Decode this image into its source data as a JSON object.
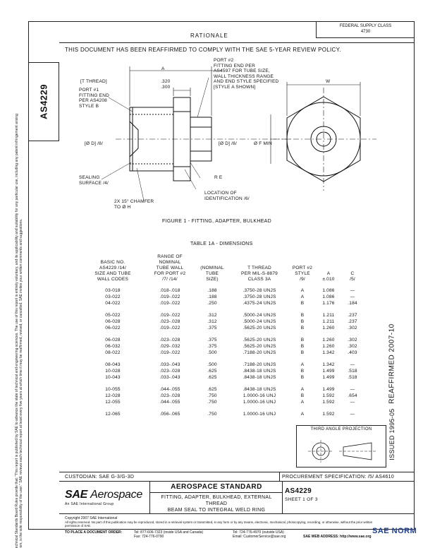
{
  "header": {
    "federal_supply_class": "FEDERAL SUPPLY CLASS\n4730",
    "doc_number_vertical": "AS4229"
  },
  "disclaimer": "SAE Technical Standards Board Rules provide that: \"This report is published by SAE to advance the state of technical and engineering sciences. The use of this report is entirely voluntary, and its applicability and suitability for any particular use, including any patent infringement arising therefrom, is the sole responsibility of the user.\" SAE reviews each technical report at least every five years at which time it may be reaffirmed, revised, or cancelled. SAE invites your written comments and suggestions.",
  "rationale": {
    "title": "RATIONALE",
    "text": "THIS DOCUMENT HAS BEEN REAFFIRMED TO COMPLY WITH THE SAE 5-YEAR REVIEW POLICY."
  },
  "figure": {
    "labels": {
      "t_thread": "[T THREAD]",
      "a_dim": "A",
      "dim_320": ".320",
      "dim_300": ".300",
      "port1": "PORT #1\nFITTING END\nPER AS4208\nSTYLE B",
      "port2": "PORT #2\nFITTING END PER\nAS4597 FOR TUBE SIZE,\nWALL THICKNESS RANGE\nAND END STYLE SPECIFIED\n[STYLE A SHOWN]",
      "od_left": "[Ø D] /8/",
      "od_right": "[Ø D] /8/",
      "f_min": "Ø F MIN",
      "w_dim": "W",
      "sealing": "SEALING\nSURFACE /4/",
      "re": "R E",
      "chamfer": "2X 15° CHAMFER\nTO Ø H",
      "location": "LOCATION OF\nIDENTIFICATION /6/"
    },
    "caption": "FIGURE 1 - FITTING, ADAPTER, BULKHEAD"
  },
  "table": {
    "title": "TABLE 1A - DIMENSIONS",
    "headers": [
      "BASIC NO.\nAS4229 /14/\nSIZE AND TUBE\nWALL CODES",
      "RANGE OF\nNOMINAL\nTUBE WALL\nFOR PORT #2\n/7/ /14/",
      "(NOMINAL\nTUBE\nSIZE)",
      "T THREAD\nPER MIL-S-8879\nCLASS 3A",
      "PORT #2\nSTYLE\n/9/",
      "A\n±.010",
      "C\n/5/"
    ],
    "rows": [
      [
        "03-018",
        ".018-.018",
        ".188",
        ".3750-28 UNJS",
        "A",
        "1.086",
        "—"
      ],
      [
        "03-022",
        ".019-.022",
        ".188",
        ".3750-28 UNJS",
        "A",
        "1.086",
        "—"
      ],
      [
        "04-022",
        ".019-.022",
        ".250",
        ".4375-24 UNJS",
        "B",
        "1.176",
        ".184"
      ],
      [
        "05-022",
        ".019-.022",
        ".312",
        ".5000-24 UNJS",
        "B",
        "1.211",
        ".237"
      ],
      [
        "06-028",
        ".023-.028",
        ".312",
        ".5000-24 UNJS",
        "B",
        "1.211",
        ".237"
      ],
      [
        "06-022",
        ".019-.022",
        ".375",
        ".5625-20 UNJS",
        "B",
        "1.260",
        ".302"
      ],
      [
        "06-028",
        ".023-.028",
        ".375",
        ".5625-20 UNJS",
        "B",
        "1.260",
        ".302"
      ],
      [
        "06-032",
        ".029-.032",
        ".375",
        ".5625-20 UNJS",
        "B",
        "1.260",
        ".302"
      ],
      [
        "08-022",
        ".019-.022",
        ".500",
        ".7188-20 UNJS",
        "B",
        "1.342",
        ".403"
      ],
      [
        "08-043",
        ".033-.043",
        ".500",
        ".7188-20 UNJS",
        "A",
        "1.342",
        "—"
      ],
      [
        "10-028",
        ".023-.028",
        ".625",
        ".8438-18 UNJS",
        "B",
        "1.499",
        ".518"
      ],
      [
        "10-043",
        ".033-.043",
        ".625",
        ".8438-18 UNJS",
        "B",
        "1.499",
        ".518"
      ],
      [
        "10-055",
        ".044-.055",
        ".625",
        ".8438-18 UNJS",
        "A",
        "1.499",
        "—"
      ],
      [
        "12-028",
        ".023-.028",
        ".750",
        "1.0000-16 UNJ",
        "B",
        "1.592",
        ".654"
      ],
      [
        "12-055",
        ".044-.055",
        ".750",
        "1.0000-16 UNJ",
        "A",
        "1.592",
        "—"
      ],
      [
        "12-065",
        ".056-.065",
        ".750",
        "1.0000-16 UNJ",
        "A",
        "1.592",
        "—"
      ]
    ]
  },
  "side_stamps": {
    "reaffirmed": "REAFFIRMED 2007-10",
    "issued": "ISSUED 1995-05"
  },
  "third_angle": "THIRD ANGLE PROJECTION",
  "title_block": {
    "custodian": "CUSTODIAN: SAE G-3/G-3D",
    "procurement": "PROCUREMENT SPECIFICATION: /5/ AS4610",
    "logo_sae": "SAE",
    "logo_aerospace": "Aerospace",
    "logo_sub": "An SAE International Group",
    "standard": "AEROSPACE STANDARD",
    "description": "FITTING, ADAPTER, BULKHEAD, EXTERNAL THREAD\nBEAM SEAL TO INTEGRAL WELD RING",
    "doc_number": "AS4229",
    "sheet": "SHEET 1 OF 3"
  },
  "footer": {
    "copyright": "Copyright 2007 SAE International",
    "rights": "All rights reserved. No part of this publication may be reproduced, stored in a retrieval system or transmitted, in any form or by any means, electronic, mechanical, photocopying, recording, or otherwise, without the prior written permission of SAE.",
    "order_label": "TO PLACE A DOCUMENT ORDER:",
    "tel_us": "Tel: 877-606-7323 (inside USA and Canada)",
    "tel_intl": "Tel: 724-776-4970 (outside USA)",
    "fax": "Fax: 724-776-0790",
    "email": "Email: CustomerService@sae.org",
    "web": "SAE WEB ADDRESS: http://www.sae.org",
    "watermark": "SAE NORM"
  }
}
